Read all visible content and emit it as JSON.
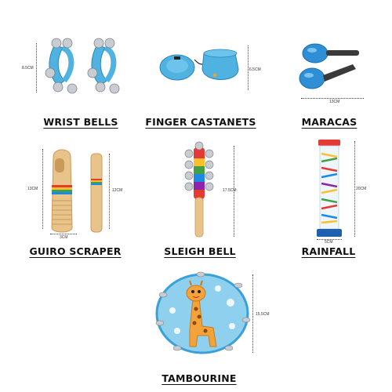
{
  "products": [
    {
      "id": "wrist-bells",
      "name": "WRIST BELLS",
      "dimension": "8.5CM"
    },
    {
      "id": "finger-castanets",
      "name": "FINGER CASTANETS",
      "dimension": "6.5CM"
    },
    {
      "id": "maracas",
      "name": "MARACAS",
      "dimension": "13CM"
    },
    {
      "id": "guiro-scraper",
      "name": "GUIRO SCRAPER",
      "dimension_height": "13CM",
      "dimension_stick": "12CM",
      "dimension_width": "3CM"
    },
    {
      "id": "sleigh-bell",
      "name": "SLEIGH BELL",
      "dimension": "17.5CM"
    },
    {
      "id": "rainfall",
      "name": "RAINFALL",
      "dimension_height": "20CM",
      "dimension_width": "5CM"
    },
    {
      "id": "tambourine",
      "name": "TAMBOURINE",
      "dimension": "15.5CM"
    }
  ],
  "colors": {
    "blue": "#3aa0d8",
    "light_blue": "#6cc4ec",
    "wood": "#e8c48a",
    "wood_dark": "#c99a5a",
    "silver": "#c9ccd1",
    "label": "#111111"
  }
}
